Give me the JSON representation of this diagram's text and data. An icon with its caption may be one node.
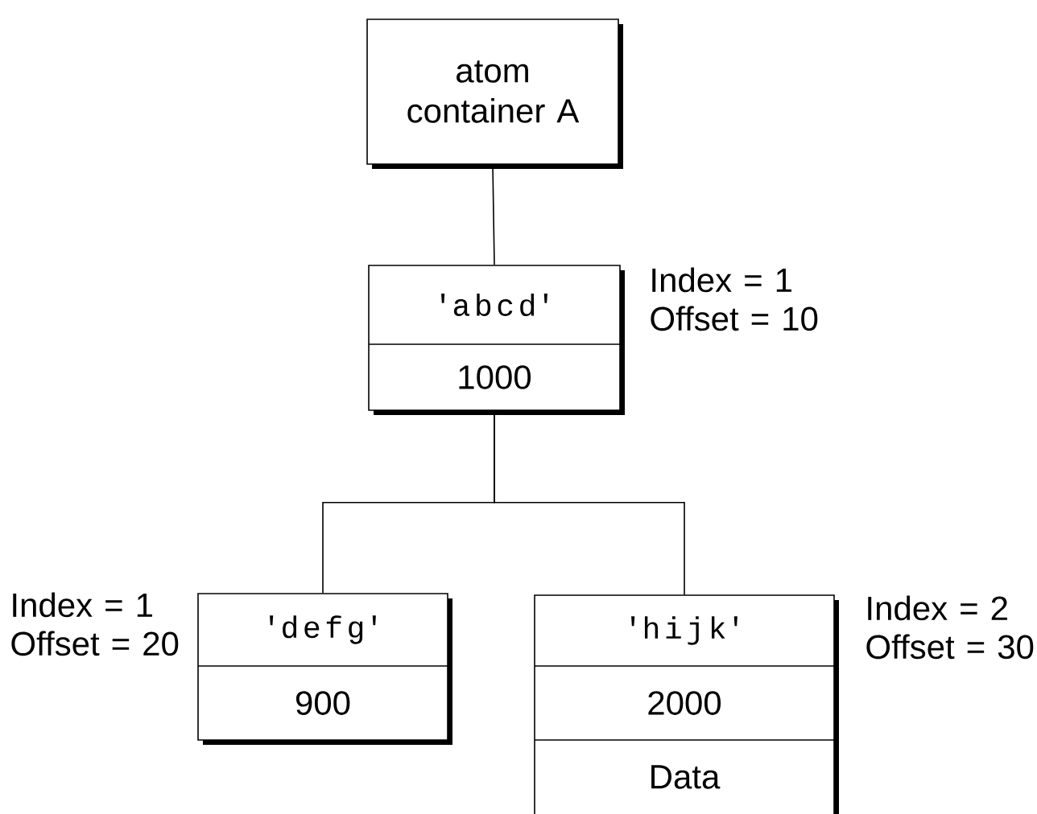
{
  "diagram": {
    "nodes": [
      {
        "text": [
          "atom container A"
        ]
      },
      {
        "text": [
          "'abcd'",
          "1000"
        ],
        "beside": [
          "Index = 1 Offset = 10"
        ]
      },
      {
        "text": [
          "'defg'",
          "900"
        ],
        "beside": [
          "Index = 1 Offset = 20"
        ]
      },
      {
        "text": [
          "'hijk'",
          "2000",
          "Data"
        ],
        "beside": [
          "Index = 2 Offset = 30"
        ]
      }
    ],
    "edges": [
      {
        "from": 0,
        "to": 1,
        "arrow": "none"
      },
      {
        "from": 1,
        "to": 2,
        "arrow": "none"
      },
      {
        "from": 1,
        "to": 3,
        "arrow": "none"
      }
    ]
  }
}
